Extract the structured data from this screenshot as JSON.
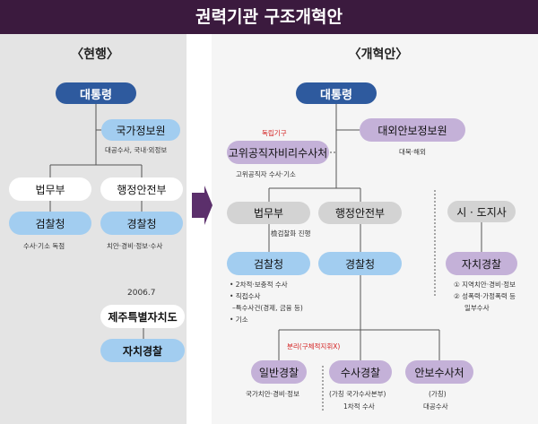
{
  "title": "권력기관 구조개혁안",
  "current": {
    "label": "〈현행〉",
    "president": "대통령",
    "nis": "국가정보원",
    "nis_note": "대공수사, 국내·외정보",
    "justice": "법무부",
    "interior": "행정안전부",
    "prosecution": "검찰청",
    "prosecution_note": "수사·기소 독점",
    "police": "경찰청",
    "police_note": "치안·경비·정보·수사",
    "year": "2006.7",
    "jeju": "제주특별자치도",
    "jeju_police": "자치경찰"
  },
  "reform": {
    "label": "〈개혁안〉",
    "president": "대통령",
    "independent_label": "독립기구",
    "cio": "고위공직자비리수사처",
    "cio_note": "고위공직자 수사·기소",
    "nis": "대외안보정보원",
    "nis_note": "대북·해외",
    "justice": "법무부",
    "interior": "행정안전부",
    "city": "시 · 도지사",
    "prosecution_link_note": "檢검찰화 진행",
    "prosecution": "검찰청",
    "prosecution_notes": [
      "• 2차적·보충적 수사",
      "• 직접수사",
      "–특수사건(경제, 금융 등)",
      "• 기소"
    ],
    "police": "경찰청",
    "local_police": "자치경찰",
    "local_police_notes": [
      "① 지역치안·경비·정보",
      "② 성폭력·가정폭력 등",
      "일부수사"
    ],
    "separation_label": "분리(구체적지휘X)",
    "general_police": "일반경찰",
    "general_police_note": "국가치안·경비·정보",
    "investigation_police": "수사경찰",
    "investigation_police_notes": [
      "(가칭 국가수사본부)",
      "1차적 수사"
    ],
    "security_investigation": "안보수사처",
    "security_investigation_notes": [
      "(가칭)",
      "대공수사"
    ]
  },
  "colors": {
    "title_bg": "#3b1a3e",
    "navy": "#2e5a9e",
    "light_blue": "#a2cdf0",
    "gray": "#d3d3d3",
    "purple": "#c4b1d8",
    "arrow": "#5b2f6b",
    "red": "#d42020"
  }
}
